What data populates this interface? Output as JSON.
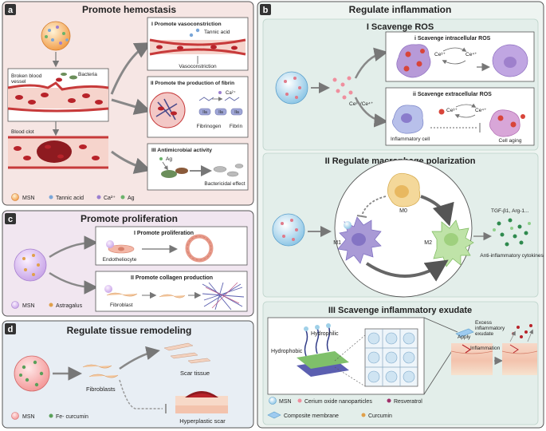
{
  "panels": {
    "a": {
      "letter": "a",
      "title": "Promote hemostasis",
      "labels": {
        "broken_vessel_1": "Broken blood",
        "broken_vessel_2": "vessel",
        "bacteria": "Bacteria",
        "blood_clot": "Blood clot"
      },
      "sub1": {
        "title": "I  Promote vasoconstriction",
        "tannic": "Tannic acid",
        "vaso": "Vasoconstriction"
      },
      "sub2": {
        "title": "II  Promote the production of fibrin",
        "ca": "Ca²⁺",
        "fibrinogen": "Fibrinogen",
        "fibrin": "Fibrin",
        "factor": "IIa"
      },
      "sub3": {
        "title": "III  Antimicrobial activity",
        "ag": "Ag",
        "effect": "Bactericidal effect"
      },
      "legend": [
        "MSN",
        "Tannic acid",
        "Ca²⁺",
        "Ag"
      ]
    },
    "b": {
      "letter": "b",
      "title": "Regulate inflammation",
      "s1": {
        "title": "I  Scavenge ROS",
        "ce": "Ce³⁺/Ce⁴⁺",
        "i_title": "i  Scavenge intracellular ROS",
        "ii_title": "ii  Scavenge extracellular ROS",
        "ce3": "Ce³⁺",
        "ce4": "Ce⁴⁺",
        "inflammatory": "Inflammatory cell",
        "aging": "Cell aging"
      },
      "s2": {
        "title": "II  Regulate macrophage polarization",
        "m0": "M0",
        "m1": "M1",
        "m2": "M2",
        "tgf": "TGF-β1, Arg-1...",
        "cytokines": "Anti-inflammatory cytokines"
      },
      "s3": {
        "title": "III  Scavenge inflammatory exudate",
        "hydrophilic": "Hydrophilic",
        "hydrophobic": "Hydrophobic",
        "excess_1": "Excess",
        "excess_2": "inflammatory",
        "excess_3": "exudate",
        "apply": "Apply",
        "inflammation": "Inflammation",
        "legend": [
          "MSN",
          "Cerium oxide nanoparticles",
          "Resveratrol",
          "Composite membrane",
          "Curcumin"
        ]
      }
    },
    "c": {
      "letter": "c",
      "title": "Promote proliferation",
      "sub1": {
        "title": "I  Promote proliferation",
        "cell": "Endotheliocyte"
      },
      "sub2": {
        "title": "II  Promote collagen production",
        "cell": "Fibroblast"
      },
      "legend": [
        "MSN",
        "Astragalus"
      ]
    },
    "d": {
      "letter": "d",
      "title": "Regulate tissue remodeling",
      "fibroblasts": "Fibroblasts",
      "scar": "Scar tissue",
      "hyper": "Hyperplastic scar",
      "legend": [
        "MSN",
        "Fe- curcumin"
      ]
    }
  },
  "colors": {
    "panel_a_bg": "#f6e6e4",
    "panel_b_bg": "#e9f1ee",
    "panel_c_bg": "#f1e6f0",
    "panel_d_bg": "#e8eef4",
    "blood": "#b8232a",
    "vessel_wall": "#e9a6a0",
    "macrophage": "#a99ad6",
    "m2": "#bfe3a8",
    "m0": "#f4d89a"
  }
}
